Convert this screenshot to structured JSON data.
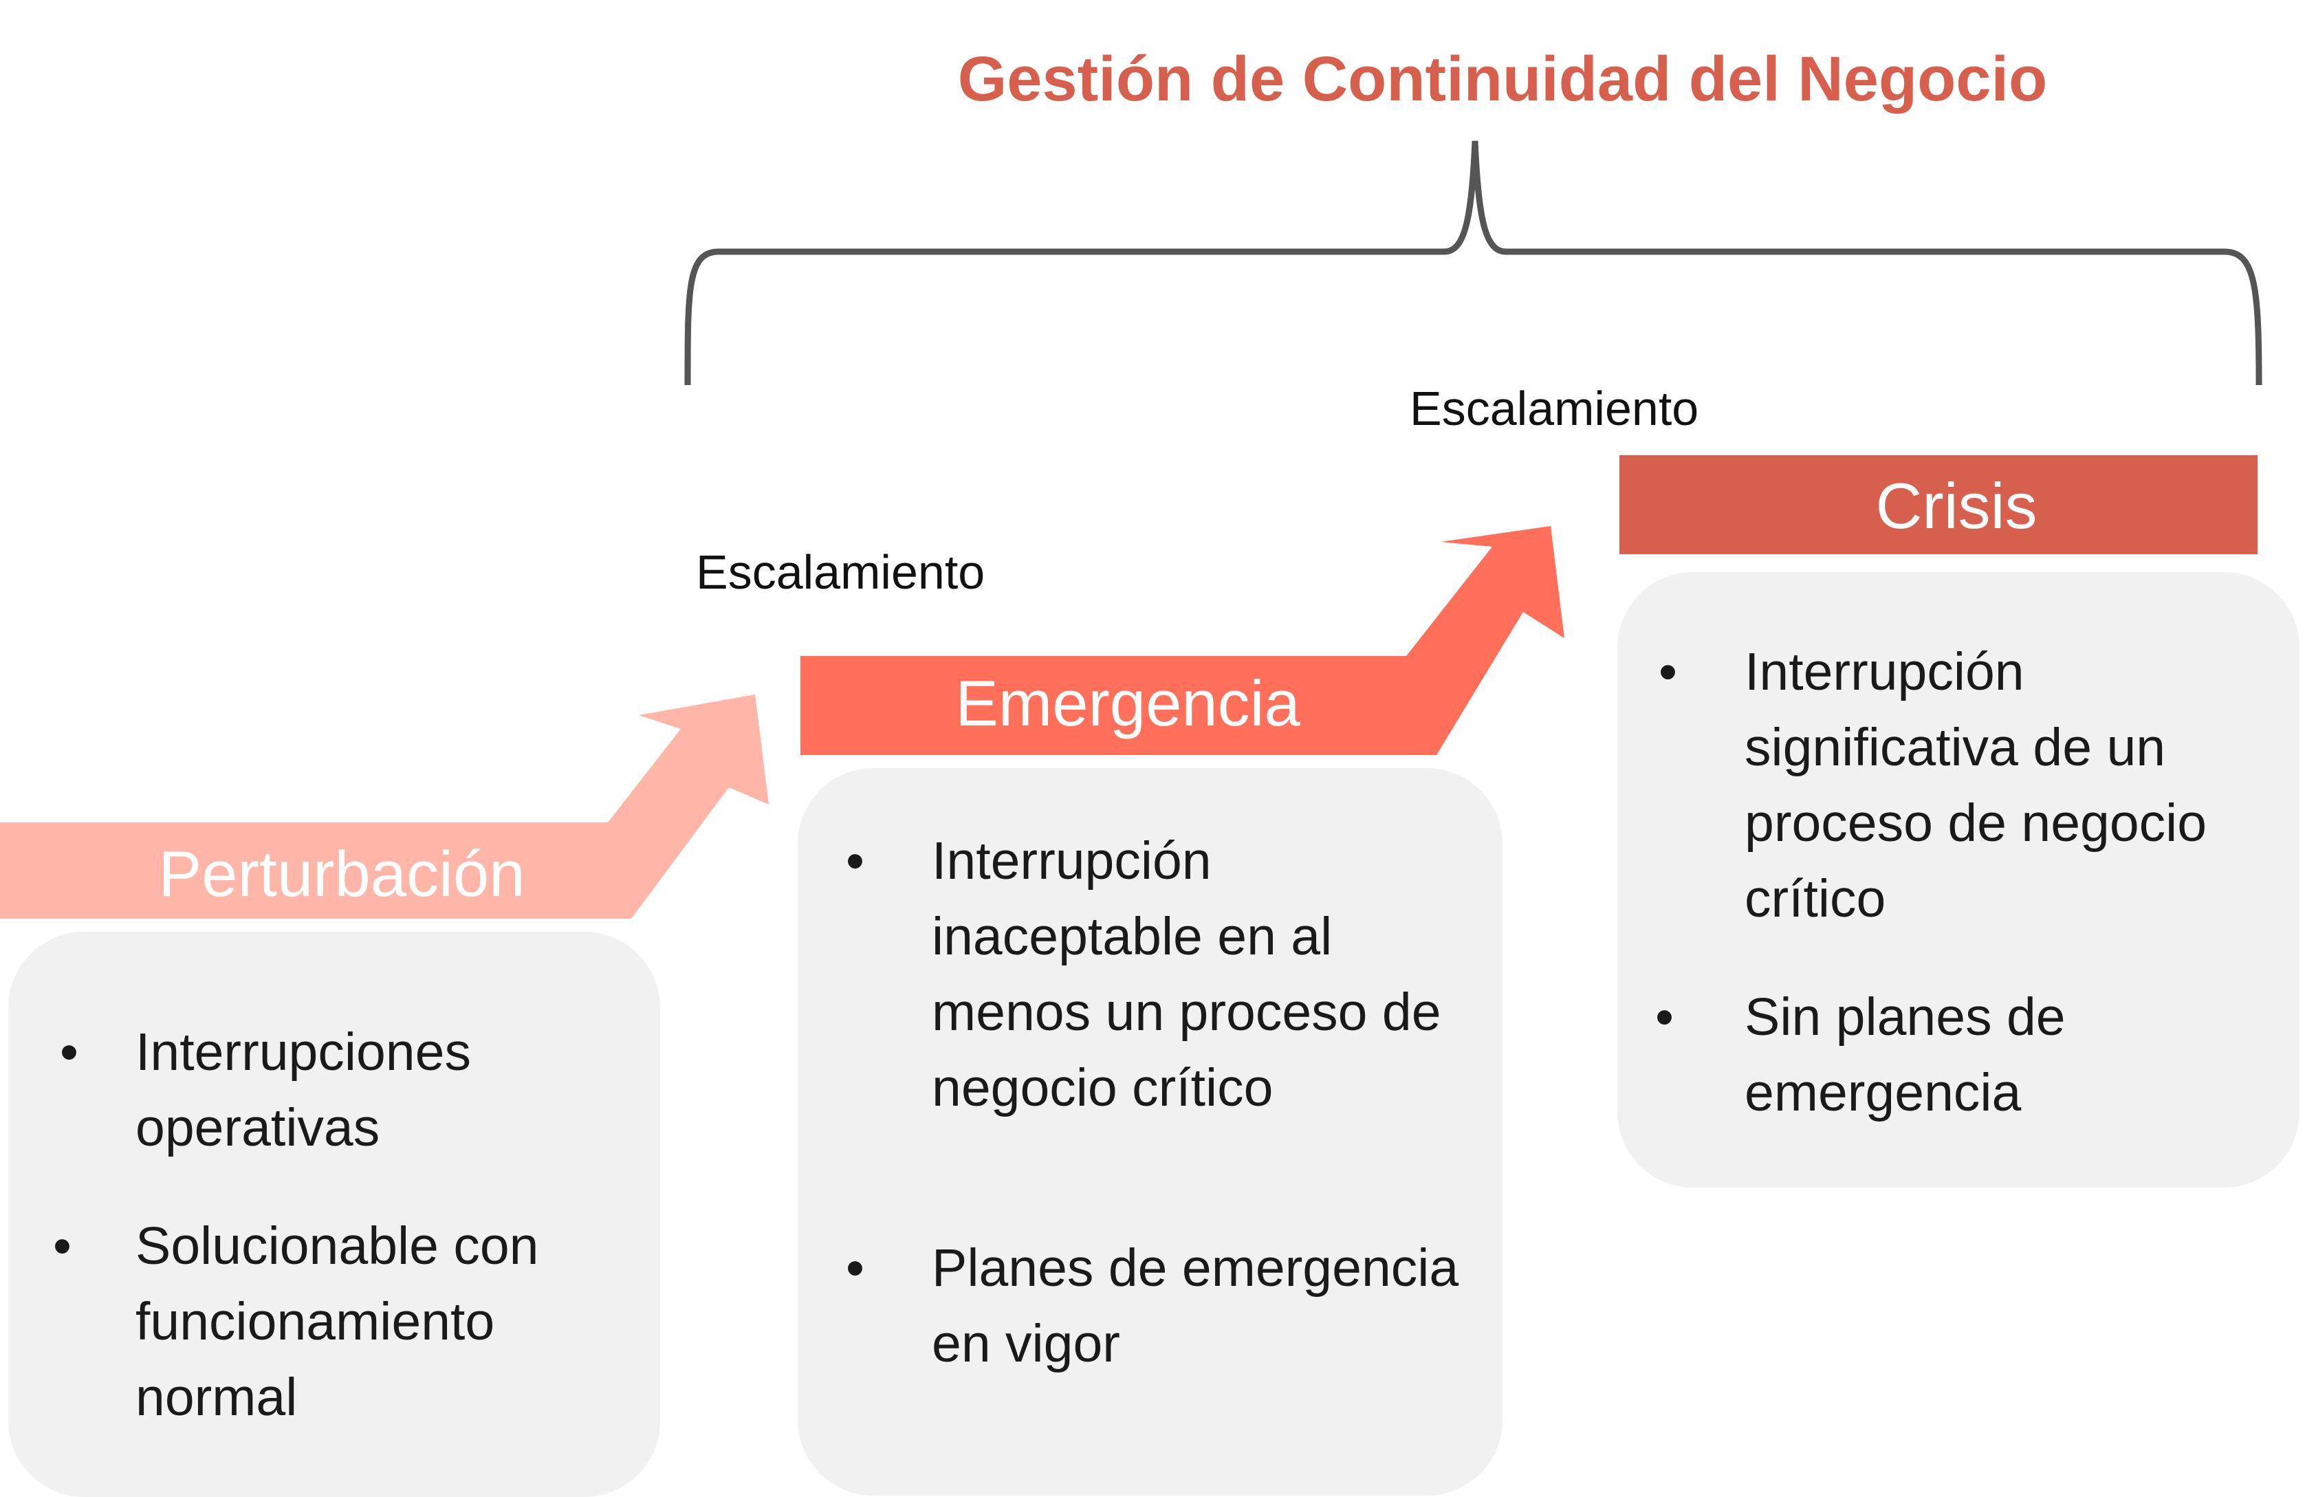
{
  "title": "Gestión de Continuidad del Negocio",
  "colors": {
    "title": "#d6604d",
    "perturbacion": "#ffb6a8",
    "emergencia": "#ff6f5a",
    "crisis": "#d6604d",
    "card_bg": "#f1f1f1",
    "brace": "#555555"
  },
  "escalations": [
    {
      "label": "Escalamiento"
    },
    {
      "label": "Escalamiento"
    }
  ],
  "stages": [
    {
      "name": "Perturbación",
      "bullets": [
        "Interrupciones operativas",
        "Solucionable con funcionamiento normal"
      ]
    },
    {
      "name": "Emergencia",
      "bullets": [
        "Interrupción inaceptable en al menos un proceso de negocio crítico",
        "Planes de emergencia en vigor"
      ]
    },
    {
      "name": "Crisis",
      "bullets": [
        "Interrupción significativa de un proceso de negocio crítico",
        "Sin planes de emergencia"
      ]
    }
  ]
}
